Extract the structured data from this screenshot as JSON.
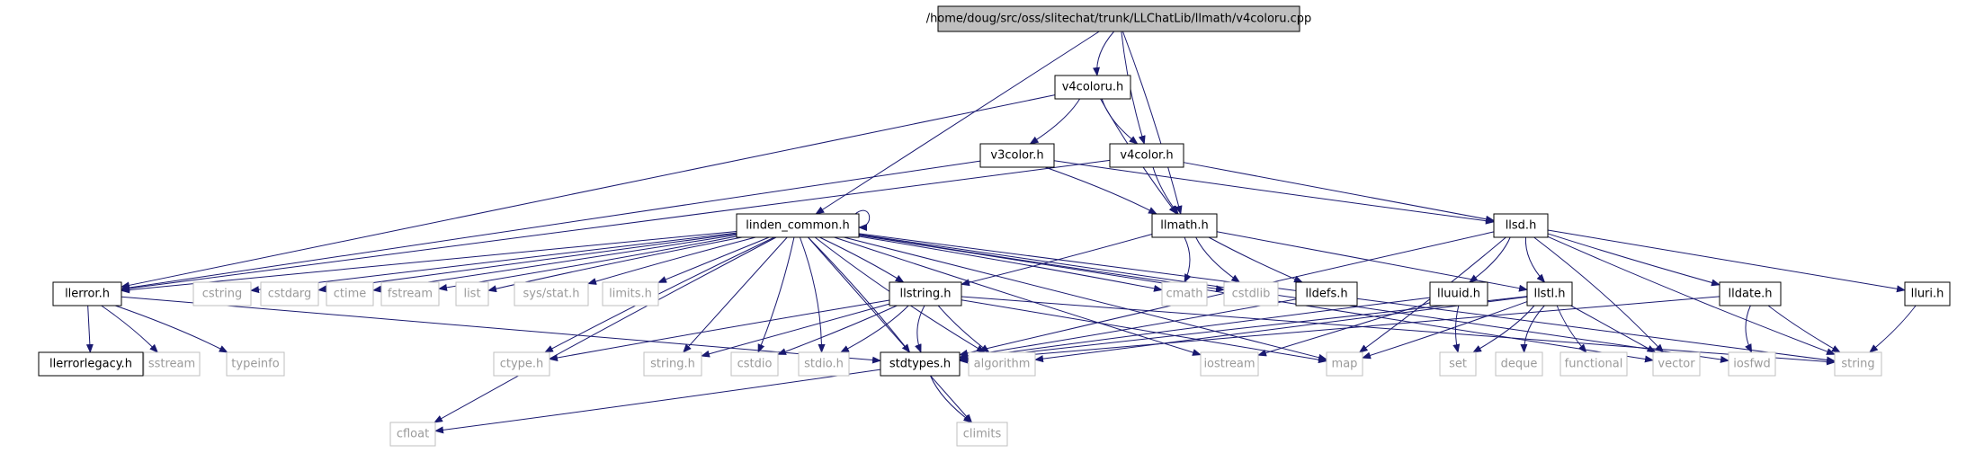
{
  "title": "/home/doug/src/oss/slitechat/trunk/LLChatLib/llmath/v4coloru.cpp",
  "colors": {
    "edge": "#191970",
    "box_stroke_dark": "#000000",
    "box_stroke_light": "#bfbfbf",
    "text_dark": "#000000",
    "text_light": "#9a9a9a",
    "root_fill": "#bfbfbf"
  },
  "nodes": [
    {
      "id": "root",
      "label": "/home/doug/src/oss/slitechat/trunk/LLChatLib/llmath/v4coloru.cpp",
      "kind": "root"
    },
    {
      "id": "v4coloru_h",
      "label": "v4coloru.h",
      "kind": "dark"
    },
    {
      "id": "v3color_h",
      "label": "v3color.h",
      "kind": "dark"
    },
    {
      "id": "v4color_h",
      "label": "v4color.h",
      "kind": "dark"
    },
    {
      "id": "linden_common_h",
      "label": "linden_common.h",
      "kind": "dark"
    },
    {
      "id": "llmath_h",
      "label": "llmath.h",
      "kind": "dark"
    },
    {
      "id": "llsd_h",
      "label": "llsd.h",
      "kind": "dark"
    },
    {
      "id": "llerror_h",
      "label": "llerror.h",
      "kind": "dark"
    },
    {
      "id": "llerrorlegacy_h",
      "label": "llerrorlegacy.h",
      "kind": "dark"
    },
    {
      "id": "sstream",
      "label": "sstream",
      "kind": "light"
    },
    {
      "id": "typeinfo",
      "label": "typeinfo",
      "kind": "light"
    },
    {
      "id": "cstring",
      "label": "cstring",
      "kind": "light"
    },
    {
      "id": "cstdarg",
      "label": "cstdarg",
      "kind": "light"
    },
    {
      "id": "ctime",
      "label": "ctime",
      "kind": "light"
    },
    {
      "id": "fstream",
      "label": "fstream",
      "kind": "light"
    },
    {
      "id": "list",
      "label": "list",
      "kind": "light"
    },
    {
      "id": "sys_stat_h",
      "label": "sys/stat.h",
      "kind": "light"
    },
    {
      "id": "limits_h",
      "label": "limits.h",
      "kind": "light"
    },
    {
      "id": "llstring_h",
      "label": "llstring.h",
      "kind": "dark"
    },
    {
      "id": "cmath",
      "label": "cmath",
      "kind": "light"
    },
    {
      "id": "cstdlib",
      "label": "cstdlib",
      "kind": "light"
    },
    {
      "id": "lldefs_h",
      "label": "lldefs.h",
      "kind": "dark"
    },
    {
      "id": "lluuid_h",
      "label": "lluuid.h",
      "kind": "dark"
    },
    {
      "id": "llstl_h",
      "label": "llstl.h",
      "kind": "dark"
    },
    {
      "id": "lldate_h",
      "label": "lldate.h",
      "kind": "dark"
    },
    {
      "id": "lluri_h",
      "label": "lluri.h",
      "kind": "dark"
    },
    {
      "id": "ctype_h",
      "label": "ctype.h",
      "kind": "light"
    },
    {
      "id": "string_h",
      "label": "string.h",
      "kind": "light"
    },
    {
      "id": "cstdio",
      "label": "cstdio",
      "kind": "light"
    },
    {
      "id": "stdio_h",
      "label": "stdio.h",
      "kind": "light"
    },
    {
      "id": "stdtypes_h",
      "label": "stdtypes.h",
      "kind": "dark"
    },
    {
      "id": "algorithm",
      "label": "algorithm",
      "kind": "light"
    },
    {
      "id": "iostream",
      "label": "iostream",
      "kind": "light"
    },
    {
      "id": "map",
      "label": "map",
      "kind": "light"
    },
    {
      "id": "set",
      "label": "set",
      "kind": "light"
    },
    {
      "id": "deque",
      "label": "deque",
      "kind": "light"
    },
    {
      "id": "functional",
      "label": "functional",
      "kind": "light"
    },
    {
      "id": "vector",
      "label": "vector",
      "kind": "light"
    },
    {
      "id": "iosfwd",
      "label": "iosfwd",
      "kind": "light"
    },
    {
      "id": "string",
      "label": "string",
      "kind": "light"
    },
    {
      "id": "cfloat",
      "label": "cfloat",
      "kind": "light"
    },
    {
      "id": "climits",
      "label": "climits",
      "kind": "light"
    }
  ],
  "edges": [
    [
      "root",
      "v4coloru_h"
    ],
    [
      "root",
      "v4color_h"
    ],
    [
      "root",
      "linden_common_h"
    ],
    [
      "root",
      "llmath_h"
    ],
    [
      "v4coloru_h",
      "v3color_h"
    ],
    [
      "v4coloru_h",
      "v4color_h"
    ],
    [
      "v4coloru_h",
      "llmath_h"
    ],
    [
      "v4coloru_h",
      "llerror_h"
    ],
    [
      "v3color_h",
      "llerror_h"
    ],
    [
      "v3color_h",
      "llmath_h"
    ],
    [
      "v3color_h",
      "llsd_h"
    ],
    [
      "v4color_h",
      "llmath_h"
    ],
    [
      "v4color_h",
      "llsd_h"
    ],
    [
      "v4color_h",
      "llerror_h"
    ],
    [
      "linden_common_h",
      "linden_common_h"
    ],
    [
      "linden_common_h",
      "llerror_h"
    ],
    [
      "linden_common_h",
      "cstring"
    ],
    [
      "linden_common_h",
      "cstdarg"
    ],
    [
      "linden_common_h",
      "ctime"
    ],
    [
      "linden_common_h",
      "fstream"
    ],
    [
      "linden_common_h",
      "list"
    ],
    [
      "linden_common_h",
      "sys_stat_h"
    ],
    [
      "linden_common_h",
      "limits_h"
    ],
    [
      "linden_common_h",
      "llstring_h"
    ],
    [
      "linden_common_h",
      "cmath"
    ],
    [
      "linden_common_h",
      "cstdlib"
    ],
    [
      "linden_common_h",
      "ctype_h"
    ],
    [
      "linden_common_h",
      "string_h"
    ],
    [
      "linden_common_h",
      "cstdio"
    ],
    [
      "linden_common_h",
      "stdio_h"
    ],
    [
      "linden_common_h",
      "algorithm"
    ],
    [
      "linden_common_h",
      "iostream"
    ],
    [
      "linden_common_h",
      "map"
    ],
    [
      "linden_common_h",
      "vector"
    ],
    [
      "linden_common_h",
      "iosfwd"
    ],
    [
      "linden_common_h",
      "string"
    ],
    [
      "linden_common_h",
      "cfloat"
    ],
    [
      "linden_common_h",
      "climits"
    ],
    [
      "linden_common_h",
      "stdtypes_h"
    ],
    [
      "llmath_h",
      "cmath"
    ],
    [
      "llmath_h",
      "cstdlib"
    ],
    [
      "llmath_h",
      "lldefs_h"
    ],
    [
      "llmath_h",
      "llstl_h"
    ],
    [
      "llmath_h",
      "llstring_h"
    ],
    [
      "llsd_h",
      "lluuid_h"
    ],
    [
      "llsd_h",
      "llstl_h"
    ],
    [
      "llsd_h",
      "lldate_h"
    ],
    [
      "llsd_h",
      "lluri_h"
    ],
    [
      "llsd_h",
      "map"
    ],
    [
      "llsd_h",
      "vector"
    ],
    [
      "llsd_h",
      "string"
    ],
    [
      "llsd_h",
      "stdtypes_h"
    ],
    [
      "llerror_h",
      "llerrorlegacy_h"
    ],
    [
      "llerror_h",
      "sstream"
    ],
    [
      "llerror_h",
      "typeinfo"
    ],
    [
      "llerror_h",
      "stdtypes_h"
    ],
    [
      "llstring_h",
      "ctype_h"
    ],
    [
      "llstring_h",
      "string_h"
    ],
    [
      "llstring_h",
      "cstdio"
    ],
    [
      "llstring_h",
      "stdio_h"
    ],
    [
      "llstring_h",
      "stdtypes_h"
    ],
    [
      "llstring_h",
      "algorithm"
    ],
    [
      "llstring_h",
      "map"
    ],
    [
      "llstring_h",
      "string"
    ],
    [
      "lldefs_h",
      "stdtypes_h"
    ],
    [
      "lluuid_h",
      "stdtypes_h"
    ],
    [
      "lluuid_h",
      "set"
    ],
    [
      "lluuid_h",
      "iostream"
    ],
    [
      "llstl_h",
      "map"
    ],
    [
      "llstl_h",
      "set"
    ],
    [
      "llstl_h",
      "deque"
    ],
    [
      "llstl_h",
      "functional"
    ],
    [
      "llstl_h",
      "vector"
    ],
    [
      "llstl_h",
      "algorithm"
    ],
    [
      "llstl_h",
      "stdtypes_h"
    ],
    [
      "lldate_h",
      "iosfwd"
    ],
    [
      "lldate_h",
      "string"
    ],
    [
      "lldate_h",
      "stdtypes_h"
    ],
    [
      "lluri_h",
      "string"
    ],
    [
      "stdtypes_h",
      "cfloat"
    ],
    [
      "stdtypes_h",
      "climits"
    ]
  ]
}
